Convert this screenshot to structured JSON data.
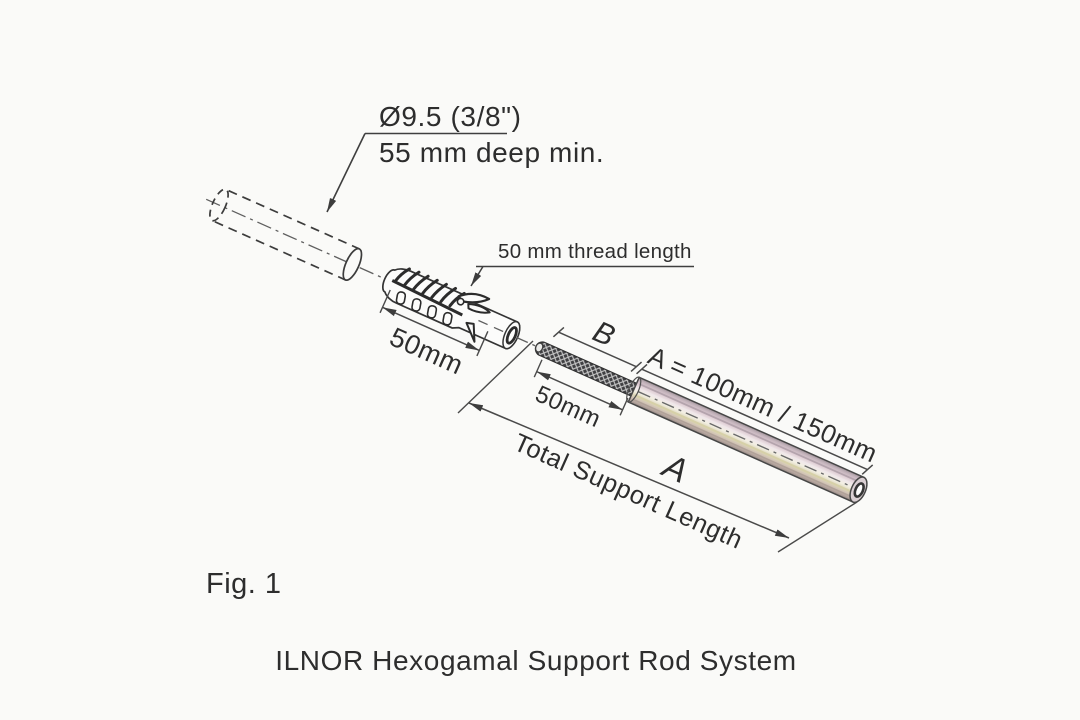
{
  "figure": {
    "caption": "Fig. 1",
    "title": "ILNOR Hexogamal Support Rod System"
  },
  "labels": {
    "hole_spec": "Ø9.5 (3/8\")",
    "hole_depth": "55 mm deep min.",
    "thread_note": "50 mm thread length",
    "anchor_dim": "50mm",
    "thread_dim": "50mm",
    "dim_b": "B",
    "dim_a_eq": "A = 100mm / 150mm",
    "dim_a": "A",
    "total_length": "Total Support Length"
  },
  "colors": {
    "background": "#fafaf8",
    "line_work": "#343434",
    "dimension_lines": "#4a4a4a",
    "rod_pink_sheen": "#dcc9d1",
    "rod_green_sheen": "#ddd6b9",
    "thread_dark": "#3f3f42"
  }
}
